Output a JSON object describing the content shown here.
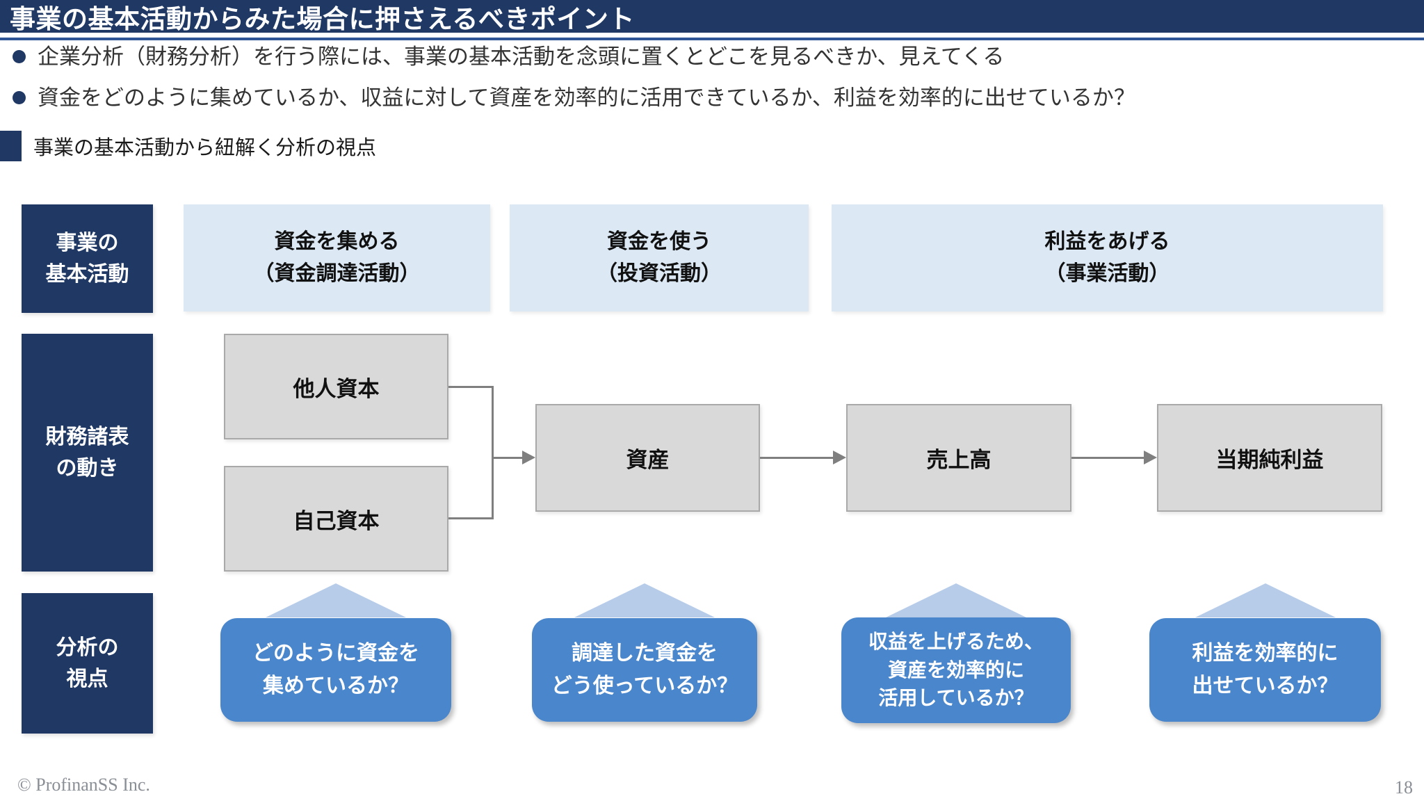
{
  "slide": {
    "title": "事業の基本活動からみた場合に押さえるべきポイント",
    "bullets": [
      "企業分析（財務分析）を行う際には、事業の基本活動を念頭に置くとどこを見るべきか、見えてくる",
      "資金をどのように集めているか、収益に対して資産を効率的に活用できているか、利益を効率的に出せているか？"
    ],
    "section_heading": "事業の基本活動から紐解く分析の視点",
    "footer": {
      "copyright": "© ProfinanSS Inc.",
      "page_number": "18"
    }
  },
  "diagram": {
    "row_labels": [
      {
        "label": "事業の\n基本活動"
      },
      {
        "label": "財務諸表\nの動き"
      },
      {
        "label": "分析の\n視点"
      }
    ],
    "activity_headers": [
      {
        "label": "資金を集める\n（資金調達活動）"
      },
      {
        "label": "資金を使う\n（投資活動）"
      },
      {
        "label": "利益をあげる\n（事業活動）"
      }
    ],
    "statement_boxes": [
      {
        "label": "他人資本"
      },
      {
        "label": "自己資本"
      },
      {
        "label": "資産"
      },
      {
        "label": "売上高"
      },
      {
        "label": "当期純利益"
      }
    ],
    "analysis_callouts": [
      {
        "text": "どのように資金を\n集めているか？"
      },
      {
        "text": "調達した資金を\nどう使っているか？"
      },
      {
        "text": "収益を上げるため、\n資産を効率的に\n活用しているか？"
      },
      {
        "text": "利益を効率的に\n出せているか？"
      }
    ],
    "colors": {
      "navy": "#1F3864",
      "title_underline": "#2F5597",
      "header_light_blue": "#DCE9F5",
      "box_gray": "#D9D9D9",
      "box_gray_border": "#A9A9A9",
      "callout_blue": "#4A86CC",
      "triangle_light_blue": "#B7CCE9",
      "connector_gray": "#7F7F7F"
    }
  }
}
